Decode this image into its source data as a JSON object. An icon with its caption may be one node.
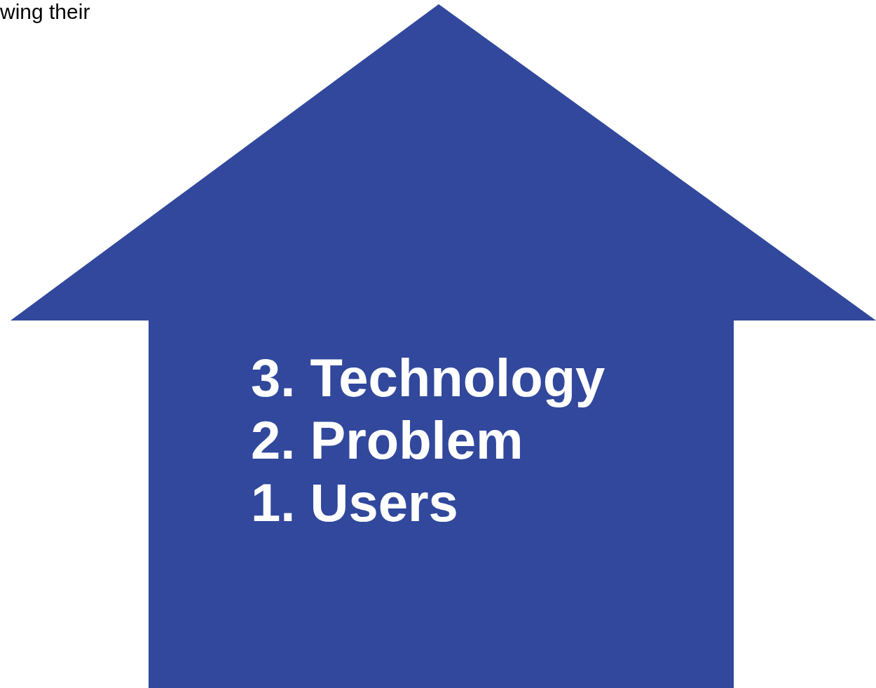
{
  "diagram": {
    "nodes": [
      {
        "text": [
          "3. Technology",
          "2. Problem",
          "1. Users"
        ]
      }
    ],
    "labels": [
      "wing their"
    ]
  }
}
